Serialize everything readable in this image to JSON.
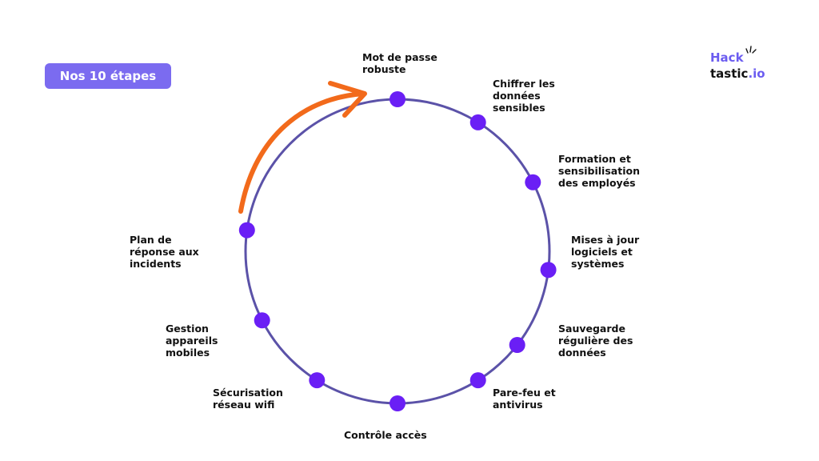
{
  "badge": {
    "label": "Nos 10 étapes"
  },
  "logo": {
    "line1": "Hack",
    "line2": "tastic",
    "suffix": ".io"
  },
  "colors": {
    "circle": "#5b52a8",
    "dot": "#6a1ff5",
    "arrow": "#f26a1b",
    "badge": "#7b6bf0"
  },
  "steps": [
    {
      "label": "Mot de passe\nrobuste"
    },
    {
      "label": "Chiffrer les\ndonnées\nsensibles"
    },
    {
      "label": "Formation et\nsensibilisation\ndes employés"
    },
    {
      "label": "Mises à jour\nlogiciels et\nsystèmes"
    },
    {
      "label": "Sauvegarde\nrégulière des\ndonnées"
    },
    {
      "label": "Pare-feu et\nantivirus"
    },
    {
      "label": "Contrôle accès"
    },
    {
      "label": "Sécurisation\nréseau wifi"
    },
    {
      "label": "Gestion\nappareils\nmobiles"
    },
    {
      "label": "Plan de\nréponse aux\nincidents"
    }
  ]
}
